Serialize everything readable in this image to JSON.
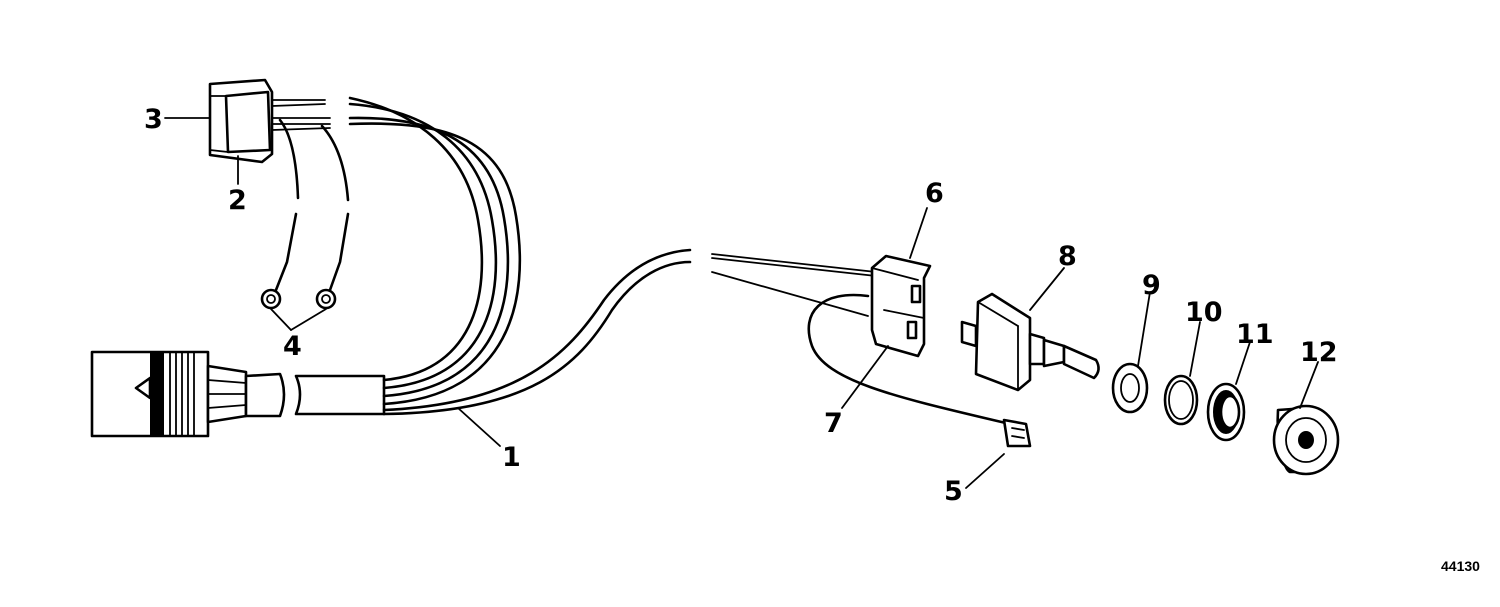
{
  "diagram": {
    "figure_number": "44130",
    "callouts": [
      {
        "id": "1",
        "label": "1"
      },
      {
        "id": "2",
        "label": "2"
      },
      {
        "id": "3",
        "label": "3"
      },
      {
        "id": "4",
        "label": "4"
      },
      {
        "id": "5",
        "label": "5"
      },
      {
        "id": "6",
        "label": "6"
      },
      {
        "id": "7",
        "label": "7"
      },
      {
        "id": "8",
        "label": "8"
      },
      {
        "id": "9",
        "label": "9"
      },
      {
        "id": "10",
        "label": "10"
      },
      {
        "id": "11",
        "label": "11"
      },
      {
        "id": "12",
        "label": "12"
      }
    ]
  }
}
